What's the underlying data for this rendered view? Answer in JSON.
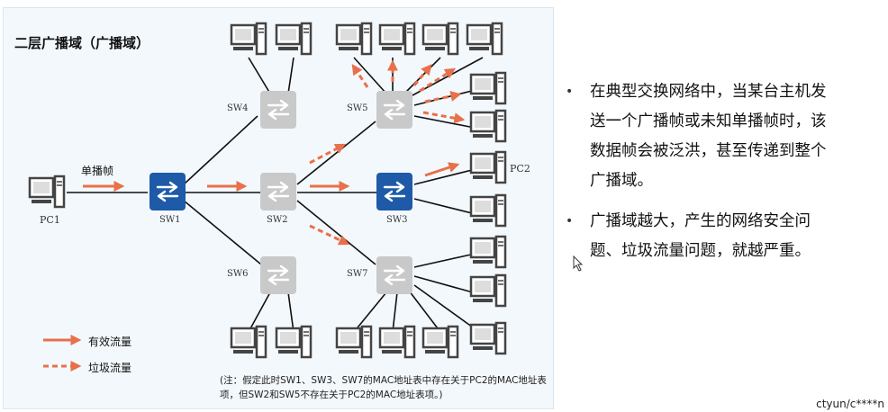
{
  "title": "二层广播域（广播域）",
  "devices": {
    "sw1": "SW1",
    "sw2": "SW2",
    "sw3": "SW3",
    "sw4": "SW4",
    "sw5": "SW5",
    "sw6": "SW6",
    "sw7": "SW7",
    "pc1": "PC1",
    "pc2": "PC2"
  },
  "unicast_frame": "单播帧",
  "legend": {
    "valid_traffic": "有效流量",
    "garbage_traffic": "垃圾流量"
  },
  "note": "(注：假定此时SW1、SW3、SW7的MAC地址表中存在关于PC2的MAC地址表项，但SW2和SW5不存在关于PC2的MAC地址表项。)",
  "bullets": [
    "在典型交换网络中，当某台主机发送一个广播帧或未知单播帧时，该数据帧会被泛洪，甚至传递到整个广播域。",
    "广播域越大，产生的网络安全问题、垃圾流量问题，就越严重。"
  ],
  "watermark": "ctyun/c****n",
  "colors": {
    "active_switch": "#1e5aa8",
    "inactive_switch": "#c9c9c9",
    "arrow": "#e8704a",
    "panel_bg": "#f3f8fc"
  }
}
